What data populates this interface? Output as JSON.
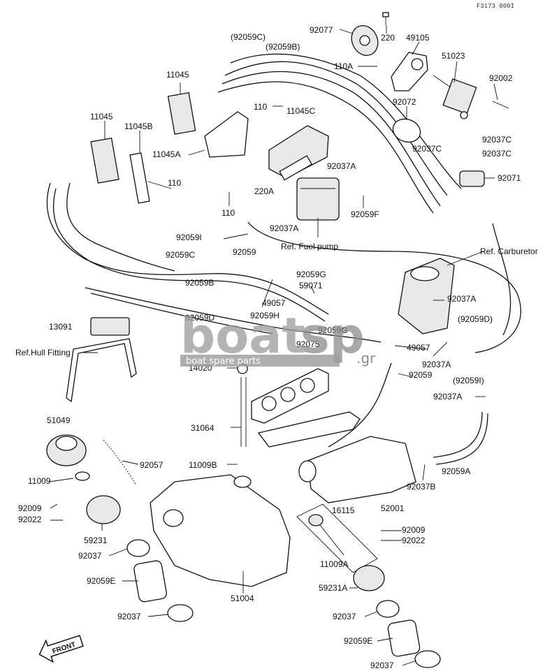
{
  "diagram_code": "F3173 000I",
  "labels": [
    {
      "id": "92077",
      "text": "92077"
    },
    {
      "id": "220",
      "text": "220"
    },
    {
      "id": "49105",
      "text": "49105"
    },
    {
      "id": "92059C_top",
      "text": "(92059C)"
    },
    {
      "id": "92059B_top",
      "text": "(92059B)"
    },
    {
      "id": "51023",
      "text": "51023"
    },
    {
      "id": "110A",
      "text": "110A"
    },
    {
      "id": "92002",
      "text": "92002"
    },
    {
      "id": "11045_a",
      "text": "11045"
    },
    {
      "id": "92072",
      "text": "92072"
    },
    {
      "id": "110_a",
      "text": "110"
    },
    {
      "id": "11045C",
      "text": "11045C"
    },
    {
      "id": "92037C_a",
      "text": "92037C"
    },
    {
      "id": "11045_b",
      "text": "11045"
    },
    {
      "id": "11045B",
      "text": "11045B"
    },
    {
      "id": "92037C_b",
      "text": "92037C"
    },
    {
      "id": "92037C_c",
      "text": "92037C"
    },
    {
      "id": "11045A",
      "text": "11045A"
    },
    {
      "id": "92037A_a",
      "text": "92037A"
    },
    {
      "id": "92071",
      "text": "92071"
    },
    {
      "id": "220A",
      "text": "220A"
    },
    {
      "id": "110_b",
      "text": "110"
    },
    {
      "id": "110_c",
      "text": "110"
    },
    {
      "id": "92059F",
      "text": "92059F"
    },
    {
      "id": "92037A_b",
      "text": "92037A"
    },
    {
      "id": "92059I",
      "text": "92059I"
    },
    {
      "id": "92059C_mid",
      "text": "92059C"
    },
    {
      "id": "92059_a",
      "text": "92059"
    },
    {
      "id": "92059B_mid",
      "text": "92059B"
    },
    {
      "id": "92059G_a",
      "text": "92059G"
    },
    {
      "id": "59071",
      "text": "59071"
    },
    {
      "id": "49057_a",
      "text": "49057"
    },
    {
      "id": "92037A_c",
      "text": "92037A"
    },
    {
      "id": "92059D",
      "text": "92059D"
    },
    {
      "id": "92059H",
      "text": "92059H"
    },
    {
      "id": "92059D_par",
      "text": "(92059D)"
    },
    {
      "id": "92059G_b",
      "text": "92059G"
    },
    {
      "id": "13091",
      "text": "13091"
    },
    {
      "id": "92075",
      "text": "92075"
    },
    {
      "id": "49057_b",
      "text": "49057"
    },
    {
      "id": "14020",
      "text": "14020"
    },
    {
      "id": "92037A_d",
      "text": "92037A"
    },
    {
      "id": "92059_b",
      "text": "92059"
    },
    {
      "id": "92059I_par",
      "text": "(92059I)"
    },
    {
      "id": "92037A_e",
      "text": "92037A"
    },
    {
      "id": "51049",
      "text": "51049"
    },
    {
      "id": "31064",
      "text": "31064"
    },
    {
      "id": "92057",
      "text": "92057"
    },
    {
      "id": "11009B",
      "text": "11009B"
    },
    {
      "id": "92059A",
      "text": "92059A"
    },
    {
      "id": "11009",
      "text": "11009"
    },
    {
      "id": "92037B",
      "text": "92037B"
    },
    {
      "id": "92009_a",
      "text": "92009"
    },
    {
      "id": "92022_a",
      "text": "92022"
    },
    {
      "id": "52001",
      "text": "52001"
    },
    {
      "id": "16115",
      "text": "16115"
    },
    {
      "id": "92009_b",
      "text": "92009"
    },
    {
      "id": "92022_b",
      "text": "92022"
    },
    {
      "id": "59231",
      "text": "59231"
    },
    {
      "id": "92037_a",
      "text": "92037"
    },
    {
      "id": "11009A",
      "text": "11009A"
    },
    {
      "id": "92059E_a",
      "text": "92059E"
    },
    {
      "id": "51004",
      "text": "51004"
    },
    {
      "id": "59231A",
      "text": "59231A"
    },
    {
      "id": "92037_b",
      "text": "92037"
    },
    {
      "id": "92037_c",
      "text": "92037"
    },
    {
      "id": "92059E_b",
      "text": "92059E"
    },
    {
      "id": "92037_d",
      "text": "92037"
    }
  ],
  "refs": {
    "fuel_pump": "Ref. Fuel pump",
    "carburetor": "Ref. Carburetor",
    "hull_fitting": "Ref.Hull Fitting"
  },
  "front_marker": "FRONT",
  "watermark": {
    "brand_main": "boat",
    "brand_accent": "sp",
    "domain": ".gr",
    "tagline": "boat spare parts"
  }
}
